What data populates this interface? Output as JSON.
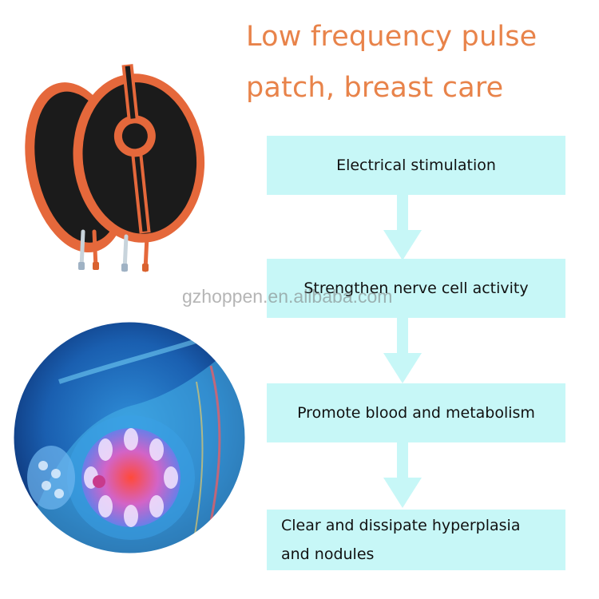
{
  "title": {
    "line1": "Low frequency pulse",
    "line2": "patch, breast care"
  },
  "steps": [
    {
      "label": "Electrical stimulation"
    },
    {
      "label": "Strengthen nerve cell activity"
    },
    {
      "label": "Promote blood and metabolism"
    },
    {
      "label_line1": "Clear and dissipate hyperplasia",
      "label_line2": "and nodules"
    }
  ],
  "watermark": "gzhoppen.en.alibaba.com",
  "colors": {
    "title": "#e8834a",
    "step_background": "#c7f7f7",
    "arrow": "#c7f7f7",
    "patch_rim": "#e5683b",
    "patch_pad": "#1b1b1b"
  },
  "icons": [
    "pulse-patch-image",
    "breast-anatomy-image",
    "down-arrow-icon"
  ]
}
